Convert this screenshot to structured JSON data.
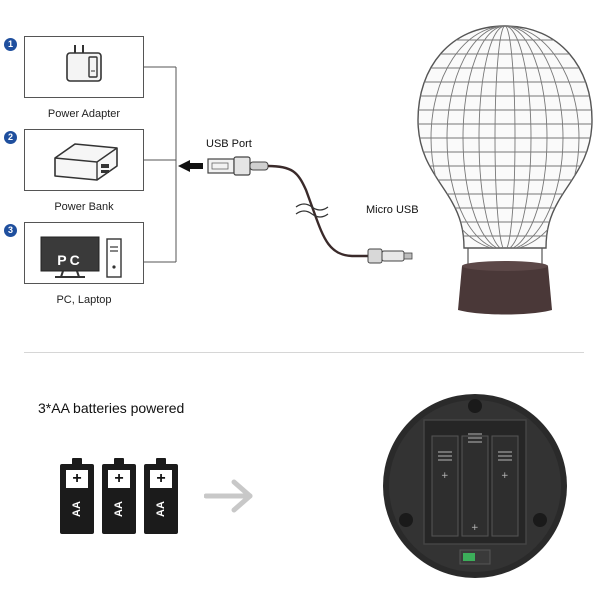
{
  "power_options": [
    {
      "step": "1",
      "label": "Power Adapter",
      "icon": "power-adapter-icon"
    },
    {
      "step": "2",
      "label": "Power Bank",
      "icon": "power-bank-icon"
    },
    {
      "step": "3",
      "label": "PC, Laptop",
      "icon": "pc-icon",
      "screen_text": "PC"
    }
  ],
  "cable": {
    "usb_port_label": "USB Port",
    "micro_usb_label": "Micro USB"
  },
  "batteries": {
    "caption": "3*AA batteries powered",
    "items": [
      {
        "terminal": "+",
        "label": "AA"
      },
      {
        "terminal": "+",
        "label": "AA"
      },
      {
        "terminal": "+",
        "label": "AA"
      }
    ]
  },
  "colors": {
    "badge_blue": "#1f4f9e",
    "lamp_base": "#4a3838",
    "battery_black": "#1b1b1b",
    "arrow_grey": "#c8c8c8"
  }
}
